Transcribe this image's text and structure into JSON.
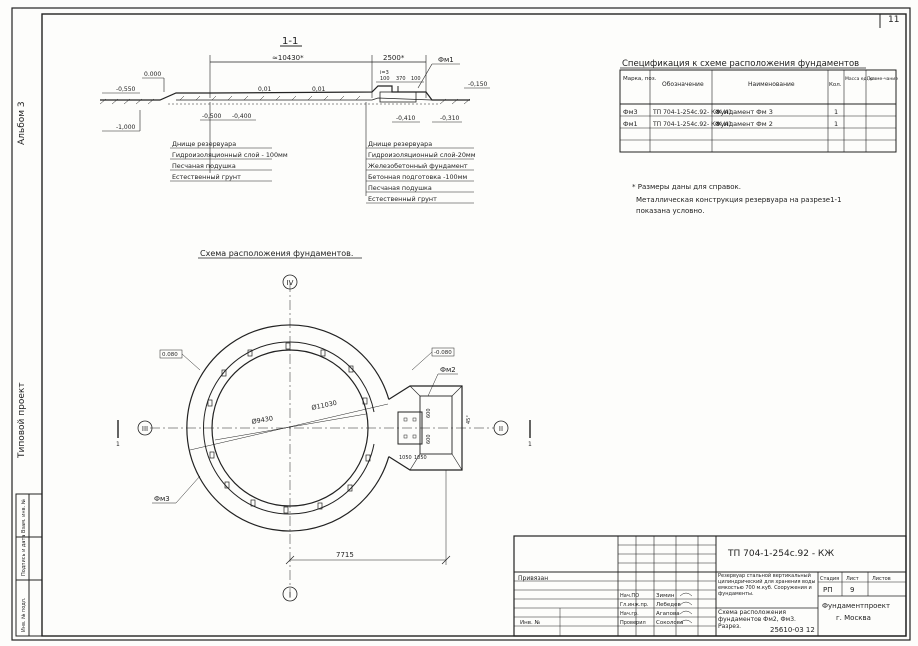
{
  "sheet": {
    "page_number": "11",
    "album_label": "Альбом 3",
    "tipovoy_label": "Типовой  проект"
  },
  "section": {
    "title": "1-1",
    "dim_left": "≈10430*",
    "dim_right": "2500*",
    "dim_small_1": "100",
    "dim_small_2": "370",
    "dim_small_3": "100",
    "fm_label": "Фм1",
    "lvl_0_000": "0.000",
    "lvl_m0_550": "-0,550",
    "lvl_m1_000": "-1,000",
    "lvl_m0_500": "-0,500",
    "lvl_m0_400": "-0,400",
    "lvl_m0_410": "-0,410",
    "lvl_m0_310": "-0,310",
    "lvl_m0_150": "-0,150",
    "slope_1": "0,01",
    "slope_2": "0,01",
    "i3": "i=3",
    "left_layers": [
      "Днище резервуара",
      "Гидроизоляционный слой - 100мм",
      "Песчаная подушка",
      "Естественный грунт"
    ],
    "right_layers": [
      "Днище резервуара",
      "Гидроизоляционный слой-20мм",
      "Железобетонный фундамент",
      "Бетонная подготовка -100мм",
      "Песчаная подушка",
      "Естественный грунт"
    ]
  },
  "spec": {
    "title": "Спецификация  к схеме расположения фундаментов",
    "headers": [
      "Марка, поз.",
      "Обозначение",
      "Наименование",
      "Кол.",
      "Масса ед.,кг.",
      "Приме-чание"
    ],
    "rows": [
      [
        "Фм3",
        "ТП 704-1-254с.92- КЖ.И1",
        "Фундамент  Фм 3",
        "1",
        "",
        ""
      ],
      [
        "Фм1",
        "ТП 704-1-254с.92- КЖ.И1",
        "Фундамент  Фм 2",
        "1",
        "",
        ""
      ]
    ]
  },
  "notes": {
    "line1": "* Размеры даны для справок.",
    "line2": "Металлическая конструкция резервуара на разрезе1-1",
    "line3": "показана условно."
  },
  "plan": {
    "title": "Схема  расположения  фундаментов.",
    "axis_top": "IV",
    "axis_left": "III",
    "axis_right": "II",
    "axis_bottom": "I",
    "cut_left": "1",
    "cut_right": "1",
    "dia_inner": "Ø9430",
    "dia_outer": "Ø11030",
    "dim_bottom": "7715",
    "mark_left": "0.080",
    "mark_right": "-0.080",
    "fm2": "Фм2",
    "fm3": "Фм3",
    "pad_dim_1": "1050",
    "pad_dim_2": "1050",
    "pad_dim_v1": "600",
    "pad_dim_v2": "600",
    "angle_mark": "45°"
  },
  "titleblock": {
    "code": "ТП    704-1-254с.92 - КЖ",
    "description": "Резервуар стальной вертикальный цилиндрический для хранения воды емкостью 700 м.куб. Сооружения и фундаменты.",
    "sheet_title": "Схема расположения фундаментов Фм2, Фм3. Разрез.",
    "stage_h": "Стадия",
    "sheet_h": "Лист",
    "sheets_h": "Листов",
    "stage": "РП",
    "sheet_no": "9",
    "org": "Фундаментпроект",
    "city": "г. Москва",
    "privyazan": "Привязан",
    "inv": "Инв. №",
    "roles": [
      "Нач.ПО",
      "Гл.инж.пр.",
      "Нач.гр.",
      "Проверил"
    ],
    "names": [
      "Зимин",
      "Лебедев",
      "Агапова",
      "Соколова"
    ],
    "footer": "25610-03   12"
  },
  "left_strip": [
    "Инв. № подл.",
    "Подпись и дата",
    "Взам. инв. №"
  ]
}
